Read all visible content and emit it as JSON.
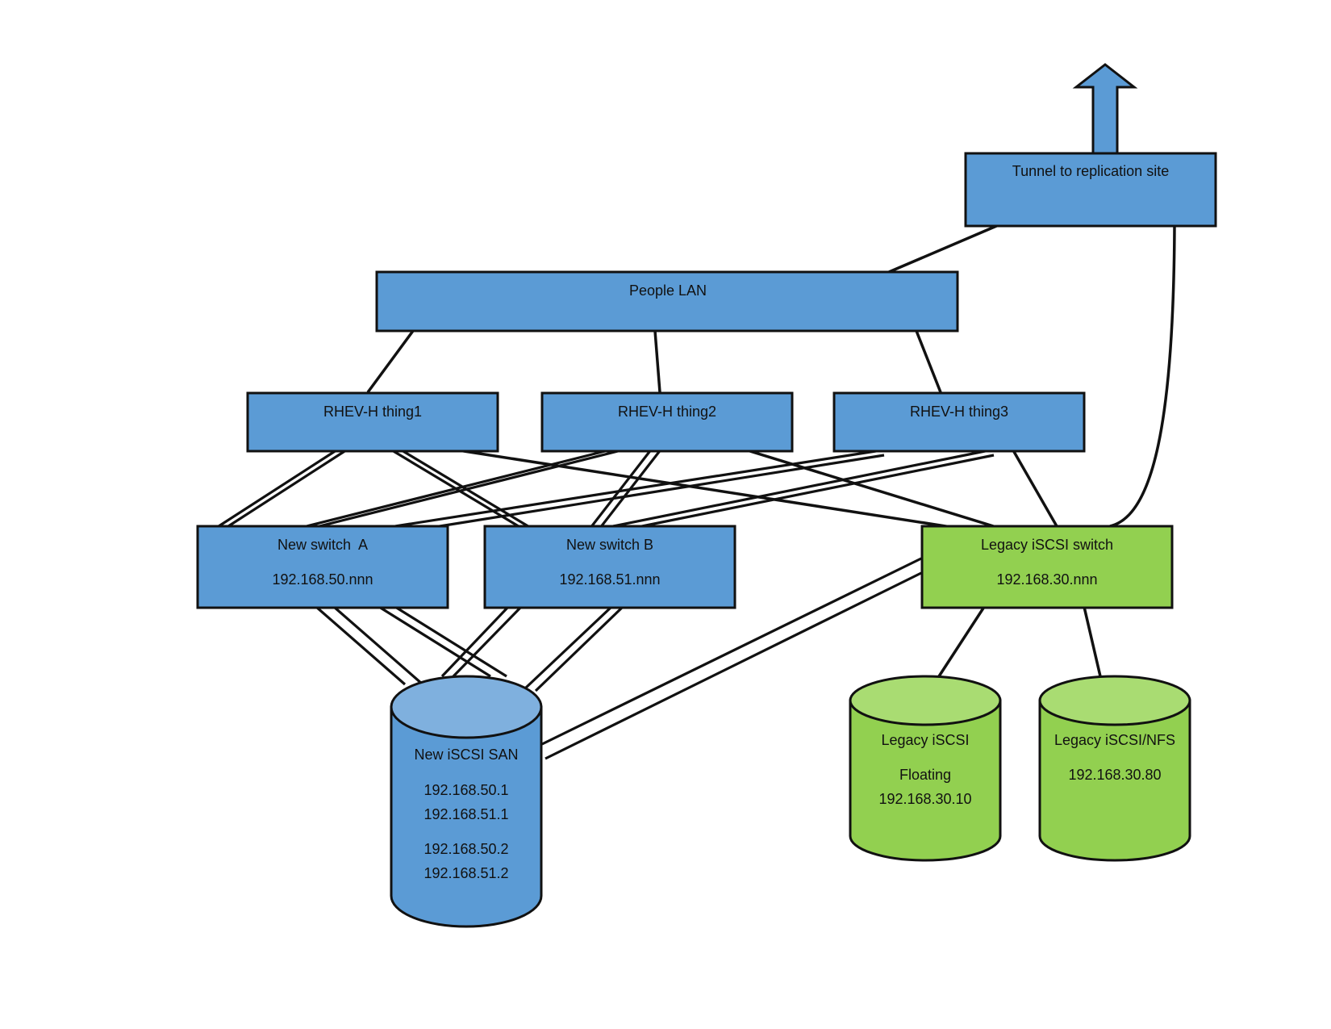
{
  "colors": {
    "box_blue": "#5b9bd5",
    "box_green": "#92d050",
    "cylinder_top_blue": "#7fb0de",
    "cylinder_top_green": "#a9dc72",
    "outline": "#111111"
  },
  "nodes": {
    "tunnel": {
      "label": "Tunnel to replication site",
      "icon": "up-arrow-icon"
    },
    "people_lan": {
      "label": "People LAN"
    },
    "rhev1": {
      "label": "RHEV-H thing1"
    },
    "rhev2": {
      "label": "RHEV-H thing2"
    },
    "rhev3": {
      "label": "RHEV-H thing3"
    },
    "switch_a": {
      "label": "New switch  A",
      "subnet": "192.168.50.nnn"
    },
    "switch_b": {
      "label": "New switch B",
      "subnet": "192.168.51.nnn"
    },
    "legacy_switch": {
      "label": "Legacy iSCSI switch",
      "subnet": "192.168.30.nnn"
    },
    "new_san": {
      "label": "New iSCSI SAN",
      "ip1": "192.168.50.1",
      "ip2": "192.168.51.1",
      "ip3": "192.168.50.2",
      "ip4": "192.168.51.2"
    },
    "legacy_iscsi": {
      "label": "Legacy iSCSI",
      "line2": "Floating",
      "ip": "192.168.30.10"
    },
    "legacy_nfs": {
      "label": "Legacy iSCSI/NFS",
      "ip": "192.168.30.80"
    }
  },
  "connections": [
    {
      "from": "people_lan",
      "to": "tunnel",
      "style": "single"
    },
    {
      "from": "legacy_switch",
      "to": "tunnel",
      "style": "single"
    },
    {
      "from": "people_lan",
      "to": "rhev1",
      "style": "single"
    },
    {
      "from": "people_lan",
      "to": "rhev2",
      "style": "single"
    },
    {
      "from": "people_lan",
      "to": "rhev3",
      "style": "single"
    },
    {
      "from": "rhev1",
      "to": "switch_a",
      "style": "double"
    },
    {
      "from": "rhev1",
      "to": "switch_b",
      "style": "double"
    },
    {
      "from": "rhev1",
      "to": "legacy_switch",
      "style": "single"
    },
    {
      "from": "rhev2",
      "to": "switch_a",
      "style": "double"
    },
    {
      "from": "rhev2",
      "to": "switch_b",
      "style": "double"
    },
    {
      "from": "rhev2",
      "to": "legacy_switch",
      "style": "single"
    },
    {
      "from": "rhev3",
      "to": "switch_a",
      "style": "double"
    },
    {
      "from": "rhev3",
      "to": "switch_b",
      "style": "double"
    },
    {
      "from": "rhev3",
      "to": "legacy_switch",
      "style": "single"
    },
    {
      "from": "switch_a",
      "to": "new_san",
      "style": "double"
    },
    {
      "from": "switch_b",
      "to": "new_san",
      "style": "double"
    },
    {
      "from": "legacy_switch",
      "to": "new_san",
      "style": "double"
    },
    {
      "from": "legacy_switch",
      "to": "legacy_iscsi",
      "style": "single"
    },
    {
      "from": "legacy_switch",
      "to": "legacy_nfs",
      "style": "single"
    }
  ]
}
